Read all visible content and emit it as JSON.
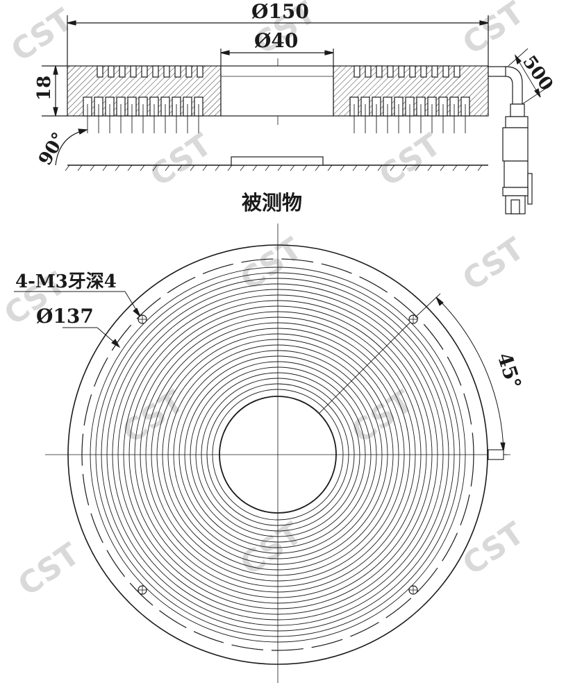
{
  "dimensions": {
    "outer_diameter": "Ø150",
    "inner_diameter": "Ø40",
    "height": "18",
    "cable_length": "500",
    "angle_side": "90°",
    "mount_circle": "Ø137",
    "hole_spec": "4-M3牙深4",
    "hole_angle": "45°"
  },
  "labels": {
    "object": "被测物"
  },
  "watermark": "CST",
  "colors": {
    "line": "#1a1a1a",
    "hatch": "#333333",
    "background": "#ffffff",
    "watermark": "#d9d9d9"
  }
}
